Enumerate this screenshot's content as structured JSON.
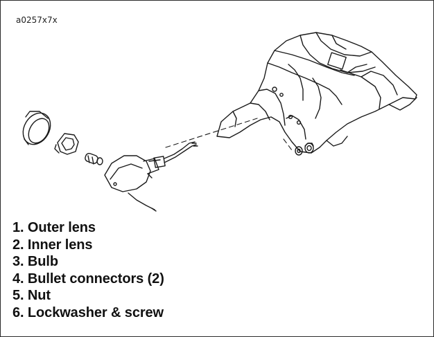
{
  "figure_id": "a0257x7x",
  "parts": [
    "1. Outer lens",
    "2. Inner lens",
    "3. Bulb",
    "4. Bullet connectors (2)",
    "5. Nut",
    "6. Lockwasher & screw"
  ]
}
